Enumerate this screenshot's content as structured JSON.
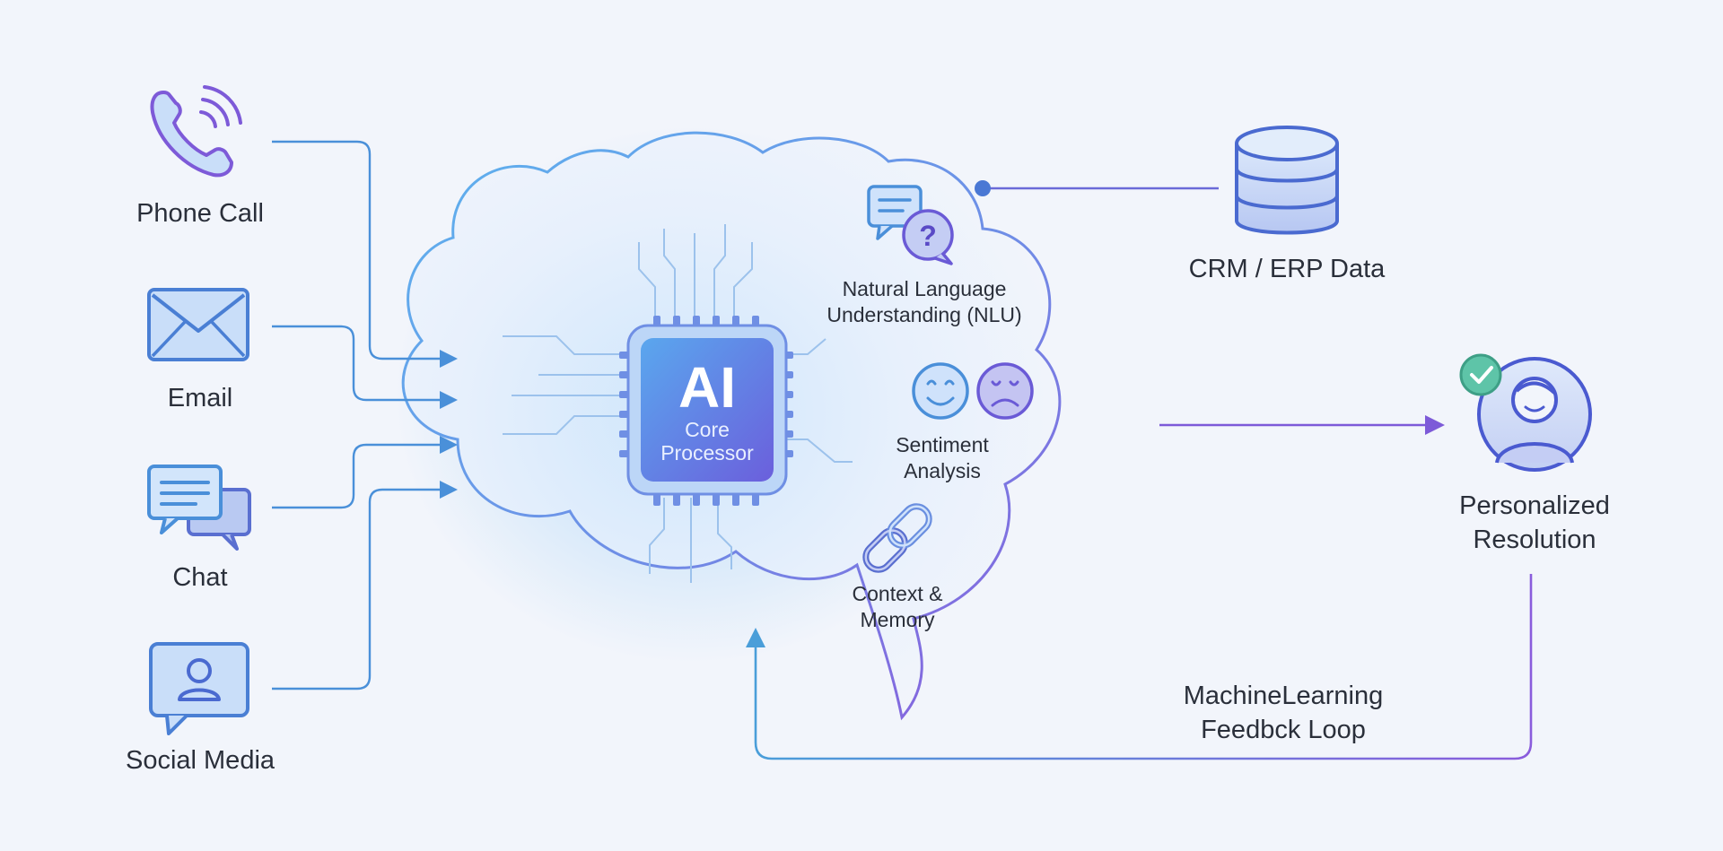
{
  "inputs": [
    {
      "label": "Phone Call",
      "icon": "phone-icon"
    },
    {
      "label": "Email",
      "icon": "email-icon"
    },
    {
      "label": "Chat",
      "icon": "chat-icon"
    },
    {
      "label": "Social Media",
      "icon": "social-media-icon"
    }
  ],
  "core": {
    "title": "AI",
    "subtitle_line1": "Core",
    "subtitle_line2": "Processor"
  },
  "features": [
    {
      "line1": "Natural Language",
      "line2": "Understanding (NLU)",
      "icon": "chat-question-icon"
    },
    {
      "line1": "Sentiment",
      "line2": "Analysis",
      "icon": "sentiment-faces-icon"
    },
    {
      "line1": "Context &",
      "line2": "Memory",
      "icon": "link-icon"
    }
  ],
  "data_source": {
    "label": "CRM / ERP Data",
    "icon": "database-icon"
  },
  "output": {
    "line1": "Personalized",
    "line2": "Resolution",
    "icon": "user-check-icon"
  },
  "feedback": {
    "line1": "MachineLearning",
    "line2": "Feedbck Loop"
  },
  "colors": {
    "blue": "#4a90d9",
    "purple": "#7d5ad8",
    "icon_fill": "#c9def9",
    "chip": "#5b78e4",
    "background": "#f2f5fb"
  }
}
